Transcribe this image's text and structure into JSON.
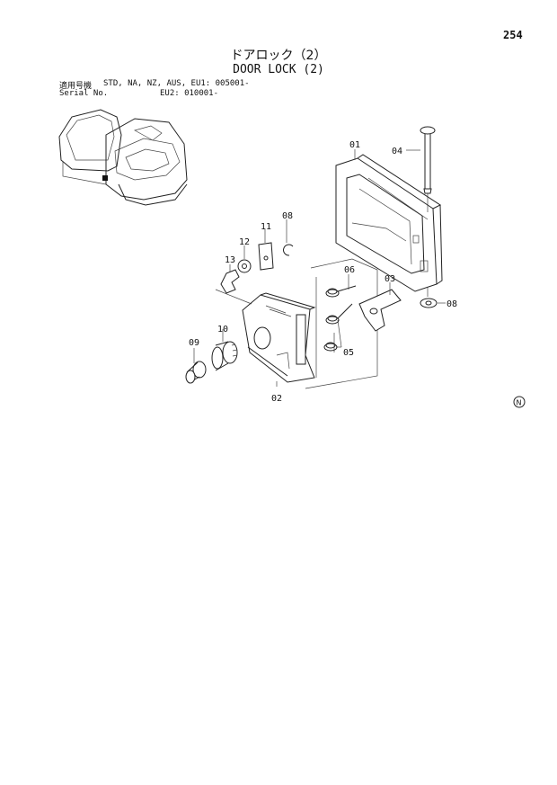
{
  "page": {
    "number": "254"
  },
  "title": {
    "japanese": "ドアロック（2）",
    "english": "DOOR LOCK (2)"
  },
  "serial": {
    "label_japanese": "適用号機",
    "label_english": "Serial No.",
    "line1": "STD, NA, NZ, AUS, EU1: 005001-",
    "line2": "EU2: 010001-"
  },
  "callouts": [
    "01",
    "02",
    "03",
    "04",
    "05",
    "06",
    "08",
    "08",
    "09",
    "10",
    "11",
    "12",
    "13"
  ],
  "icons": {
    "excavator": "excavator-thumbnail-icon",
    "mark": "circled-n-icon"
  }
}
